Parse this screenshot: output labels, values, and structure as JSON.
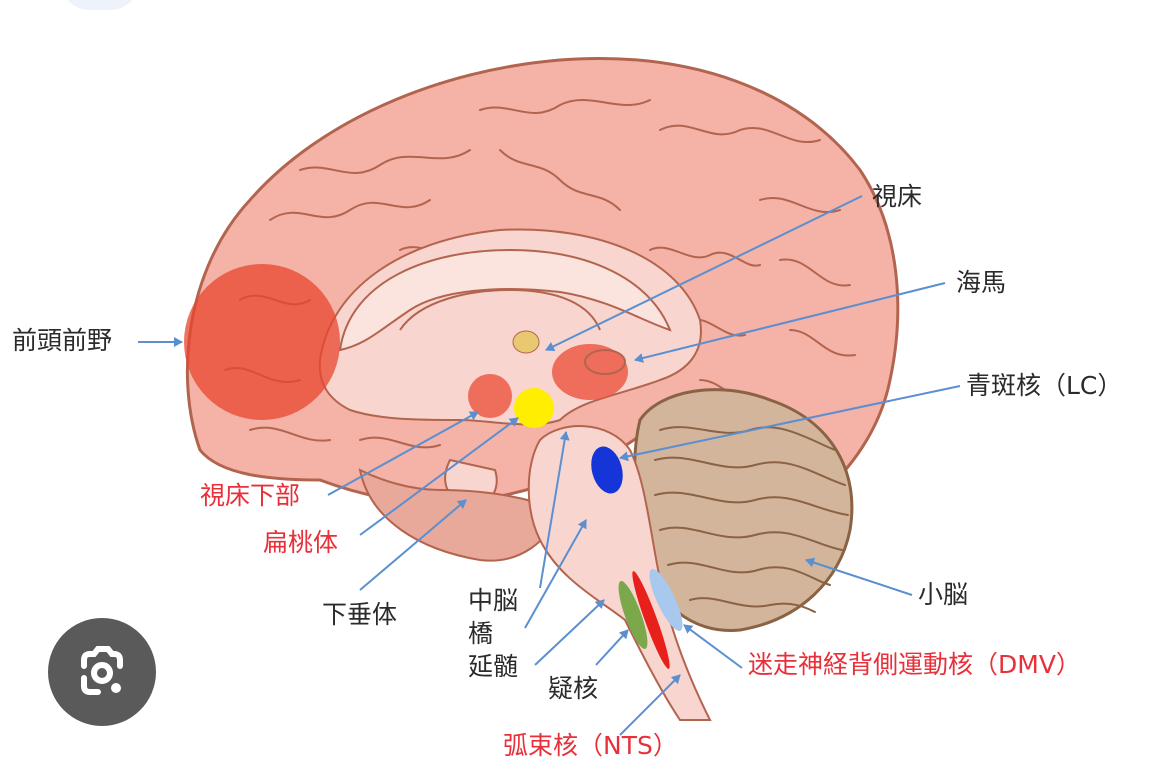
{
  "labels": {
    "prefrontal": "前頭前野",
    "thalamus": "視床",
    "hippocampus": "海馬",
    "locus_coeruleus": "青斑核（LC）",
    "hypothalamus": "視床下部",
    "amygdala": "扁桃体",
    "pituitary": "下垂体",
    "midbrain": "中脳",
    "pons": "橋",
    "medulla": "延髄",
    "nucleus_ambiguus": "疑核",
    "cerebellum": "小脳",
    "dmv": "迷走神経背側運動核（DMV）",
    "nts": "弧束核（NTS）"
  },
  "icons": {
    "lens": "google-lens-icon"
  },
  "colors": {
    "cortex": "#f4b3a6",
    "cortex_stroke": "#b3644f",
    "inner_structure": "#f8d6cf",
    "corpus_callosum": "#fbe3de",
    "prefrontal_highlight": "#e8462e",
    "amygdala_highlight": "#ec5a47",
    "yellow_spot": "#ffee00",
    "thalamus_spot": "#e8c870",
    "locus_blue": "#1535d8",
    "nucleus_ambiguus_green": "#7aa84a",
    "nts_red": "#e8201c",
    "dmv_light_blue": "#a8c8ee",
    "cerebellum": "#d2b59a",
    "cerebellum_stroke": "#8a6244",
    "arrow": "#5b8fd0",
    "red_label": "#e8303a",
    "dark_label": "#2b2b2b",
    "lens_bg": "#5a5a5a"
  }
}
